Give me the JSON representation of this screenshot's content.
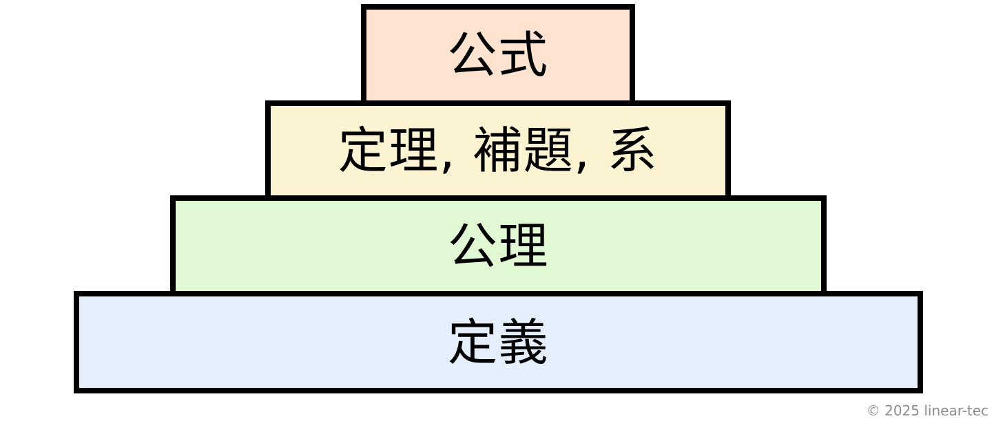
{
  "diagram": {
    "type": "pyramid",
    "orientation": "bottom-up",
    "border_color": "#000000",
    "background": "#ffffff",
    "tiers": [
      {
        "level": 1,
        "label": "公式",
        "fill": "#fde3d0",
        "position": "top"
      },
      {
        "level": 2,
        "label": "定理, 補題, 系",
        "fill": "#fcf3d3",
        "position": "upper-middle"
      },
      {
        "level": 3,
        "label": "公理",
        "fill": "#e1f8d4",
        "position": "lower-middle"
      },
      {
        "level": 4,
        "label": "定義",
        "fill": "#e4effb",
        "position": "bottom"
      }
    ]
  },
  "credit": {
    "text": "© 2025 linear-tec",
    "color": "#8c8c8c"
  }
}
